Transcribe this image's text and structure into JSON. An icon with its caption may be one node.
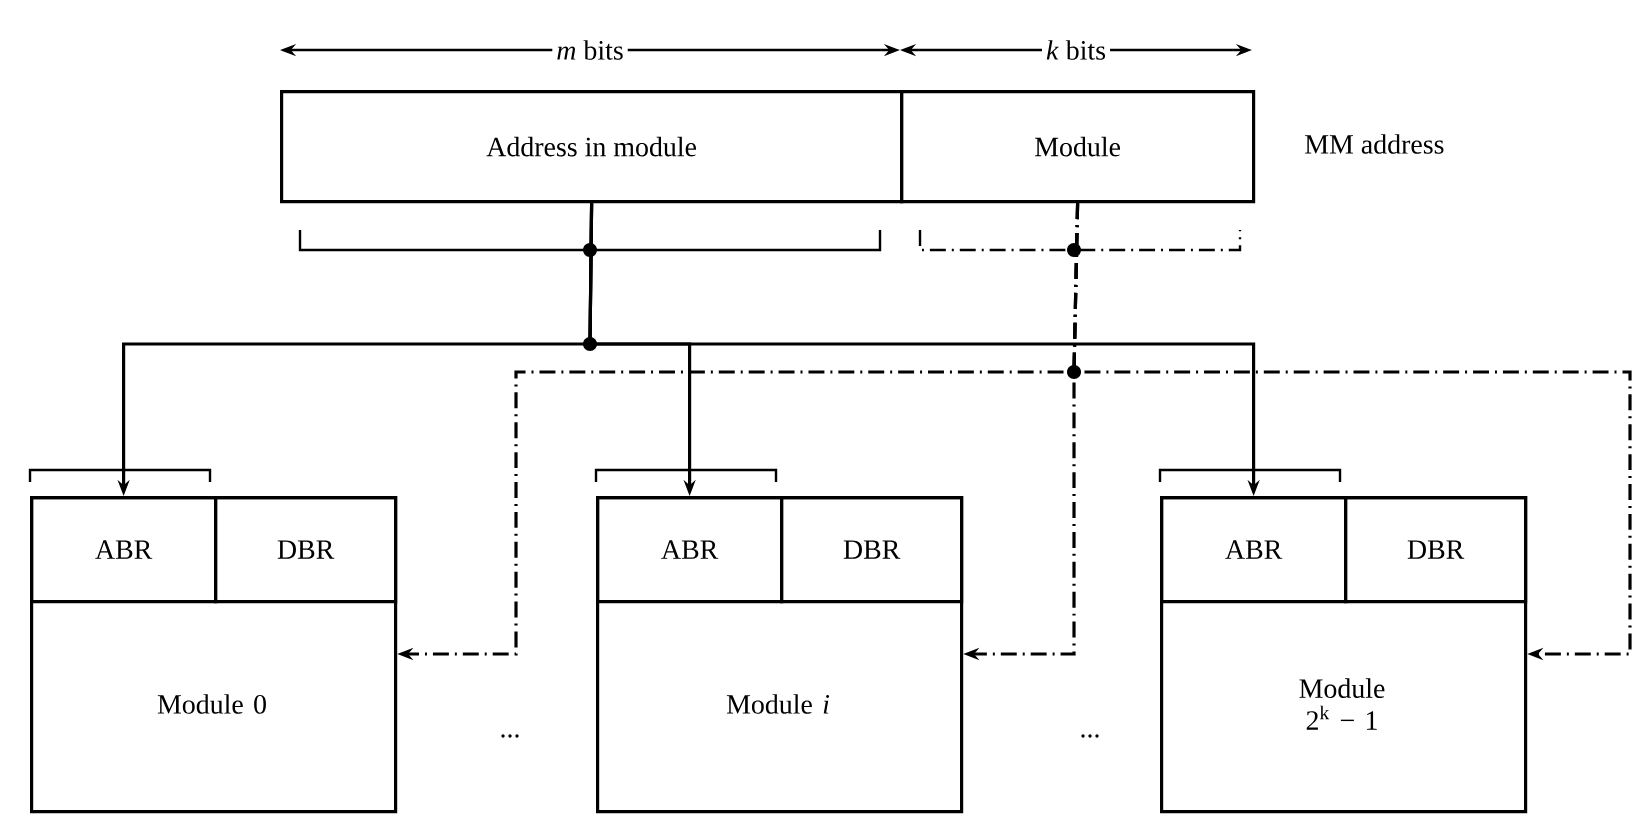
{
  "diagram": {
    "nodes": [
      {
        "text": [
          "Address in module"
        ]
      },
      {
        "text": [
          "Module"
        ]
      },
      {
        "text": [
          "Module 0"
        ]
      },
      {
        "text": [
          "ABR"
        ],
        "in": 2
      },
      {
        "text": [
          "DBR"
        ],
        "in": 2
      },
      {
        "text": [
          "Module *i*"
        ]
      },
      {
        "text": [
          "ABR"
        ],
        "in": 5
      },
      {
        "text": [
          "DBR"
        ],
        "in": 5
      },
      {
        "text": [
          "Module 2$^{k}$ − 1"
        ]
      },
      {
        "text": [
          "ABR"
        ],
        "in": 8
      },
      {
        "text": [
          "DBR"
        ],
        "in": 8
      }
    ],
    "edges": [
      {
        "from": 0,
        "to": 3,
        "arrow": "to"
      },
      {
        "from": 0,
        "to": 6,
        "arrow": "to"
      },
      {
        "from": 0,
        "to": 9,
        "arrow": "to"
      },
      {
        "from": 1,
        "to": 2,
        "arrow": "to",
        "style": "dashed"
      },
      {
        "from": 1,
        "to": 5,
        "arrow": "to",
        "style": "dashed"
      },
      {
        "from": 1,
        "to": 8,
        "arrow": "to",
        "style": "dashed"
      }
    ],
    "labels": [
      "*m* bits",
      "*k* bits",
      "MM address",
      "...",
      "..."
    ]
  }
}
